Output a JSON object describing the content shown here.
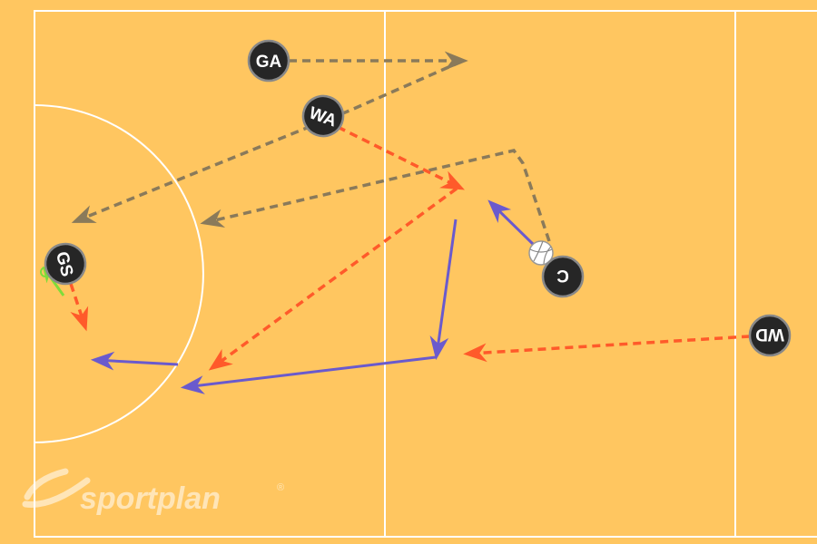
{
  "court": {
    "background_color": "#ffc660",
    "line_color": "#ffffff"
  },
  "players": [
    {
      "id": "GA",
      "label": "GA",
      "rotated": false
    },
    {
      "id": "WA",
      "label": "WA",
      "rotated": true
    },
    {
      "id": "GS",
      "label": "GS",
      "rotated": true
    },
    {
      "id": "C",
      "label": "C",
      "rotated": true
    },
    {
      "id": "WD",
      "label": "WD",
      "rotated": true
    }
  ],
  "arrow_colors": {
    "run_path": "#8a7a5a",
    "pass_path": "#ff5a2a",
    "dribble_path": "#6a5acd",
    "short_move": "#7fdc3a"
  },
  "ball": {
    "icon": "netball-icon"
  },
  "watermark": {
    "brand": "sportplan",
    "registered": "®"
  }
}
